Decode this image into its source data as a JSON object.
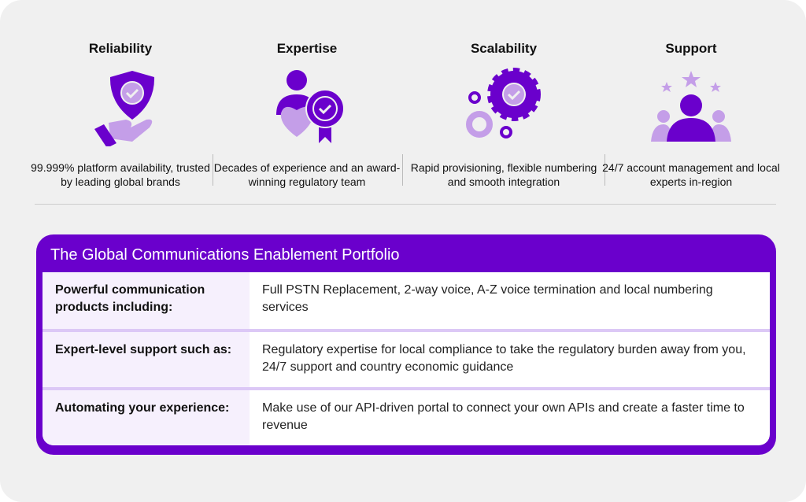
{
  "features": [
    {
      "title": "Reliability",
      "description": "99.999% platform availability, trusted by leading global brands",
      "icon": "shield-hand-icon"
    },
    {
      "title": "Expertise",
      "description": "Decades of experience and an award-winning regulatory team",
      "icon": "person-award-icon"
    },
    {
      "title": "Scalability",
      "description": "Rapid provisioning, flexible numbering and smooth integration",
      "icon": "gears-icon"
    },
    {
      "title": "Support",
      "description": "24/7 account management and local experts in-region",
      "icon": "team-stars-icon"
    }
  ],
  "portfolio": {
    "title": "The Global Communications Enablement Portfolio",
    "rows": [
      {
        "label": "Powerful communication products including:",
        "text": "Full PSTN Replacement, 2-way voice, A-Z voice termination and local numbering services"
      },
      {
        "label": "Expert-level support such as:",
        "text": "Regulatory expertise for local compliance to take the regulatory burden away from you, 24/7 support and country economic guidance"
      },
      {
        "label": "Automating your experience:",
        "text": "Make use of our API-driven portal to connect your own APIs and create a faster time to revenue"
      }
    ]
  },
  "colors": {
    "primary": "#6a00cc",
    "light": "#c49ee8",
    "background": "#f0f0f0"
  }
}
